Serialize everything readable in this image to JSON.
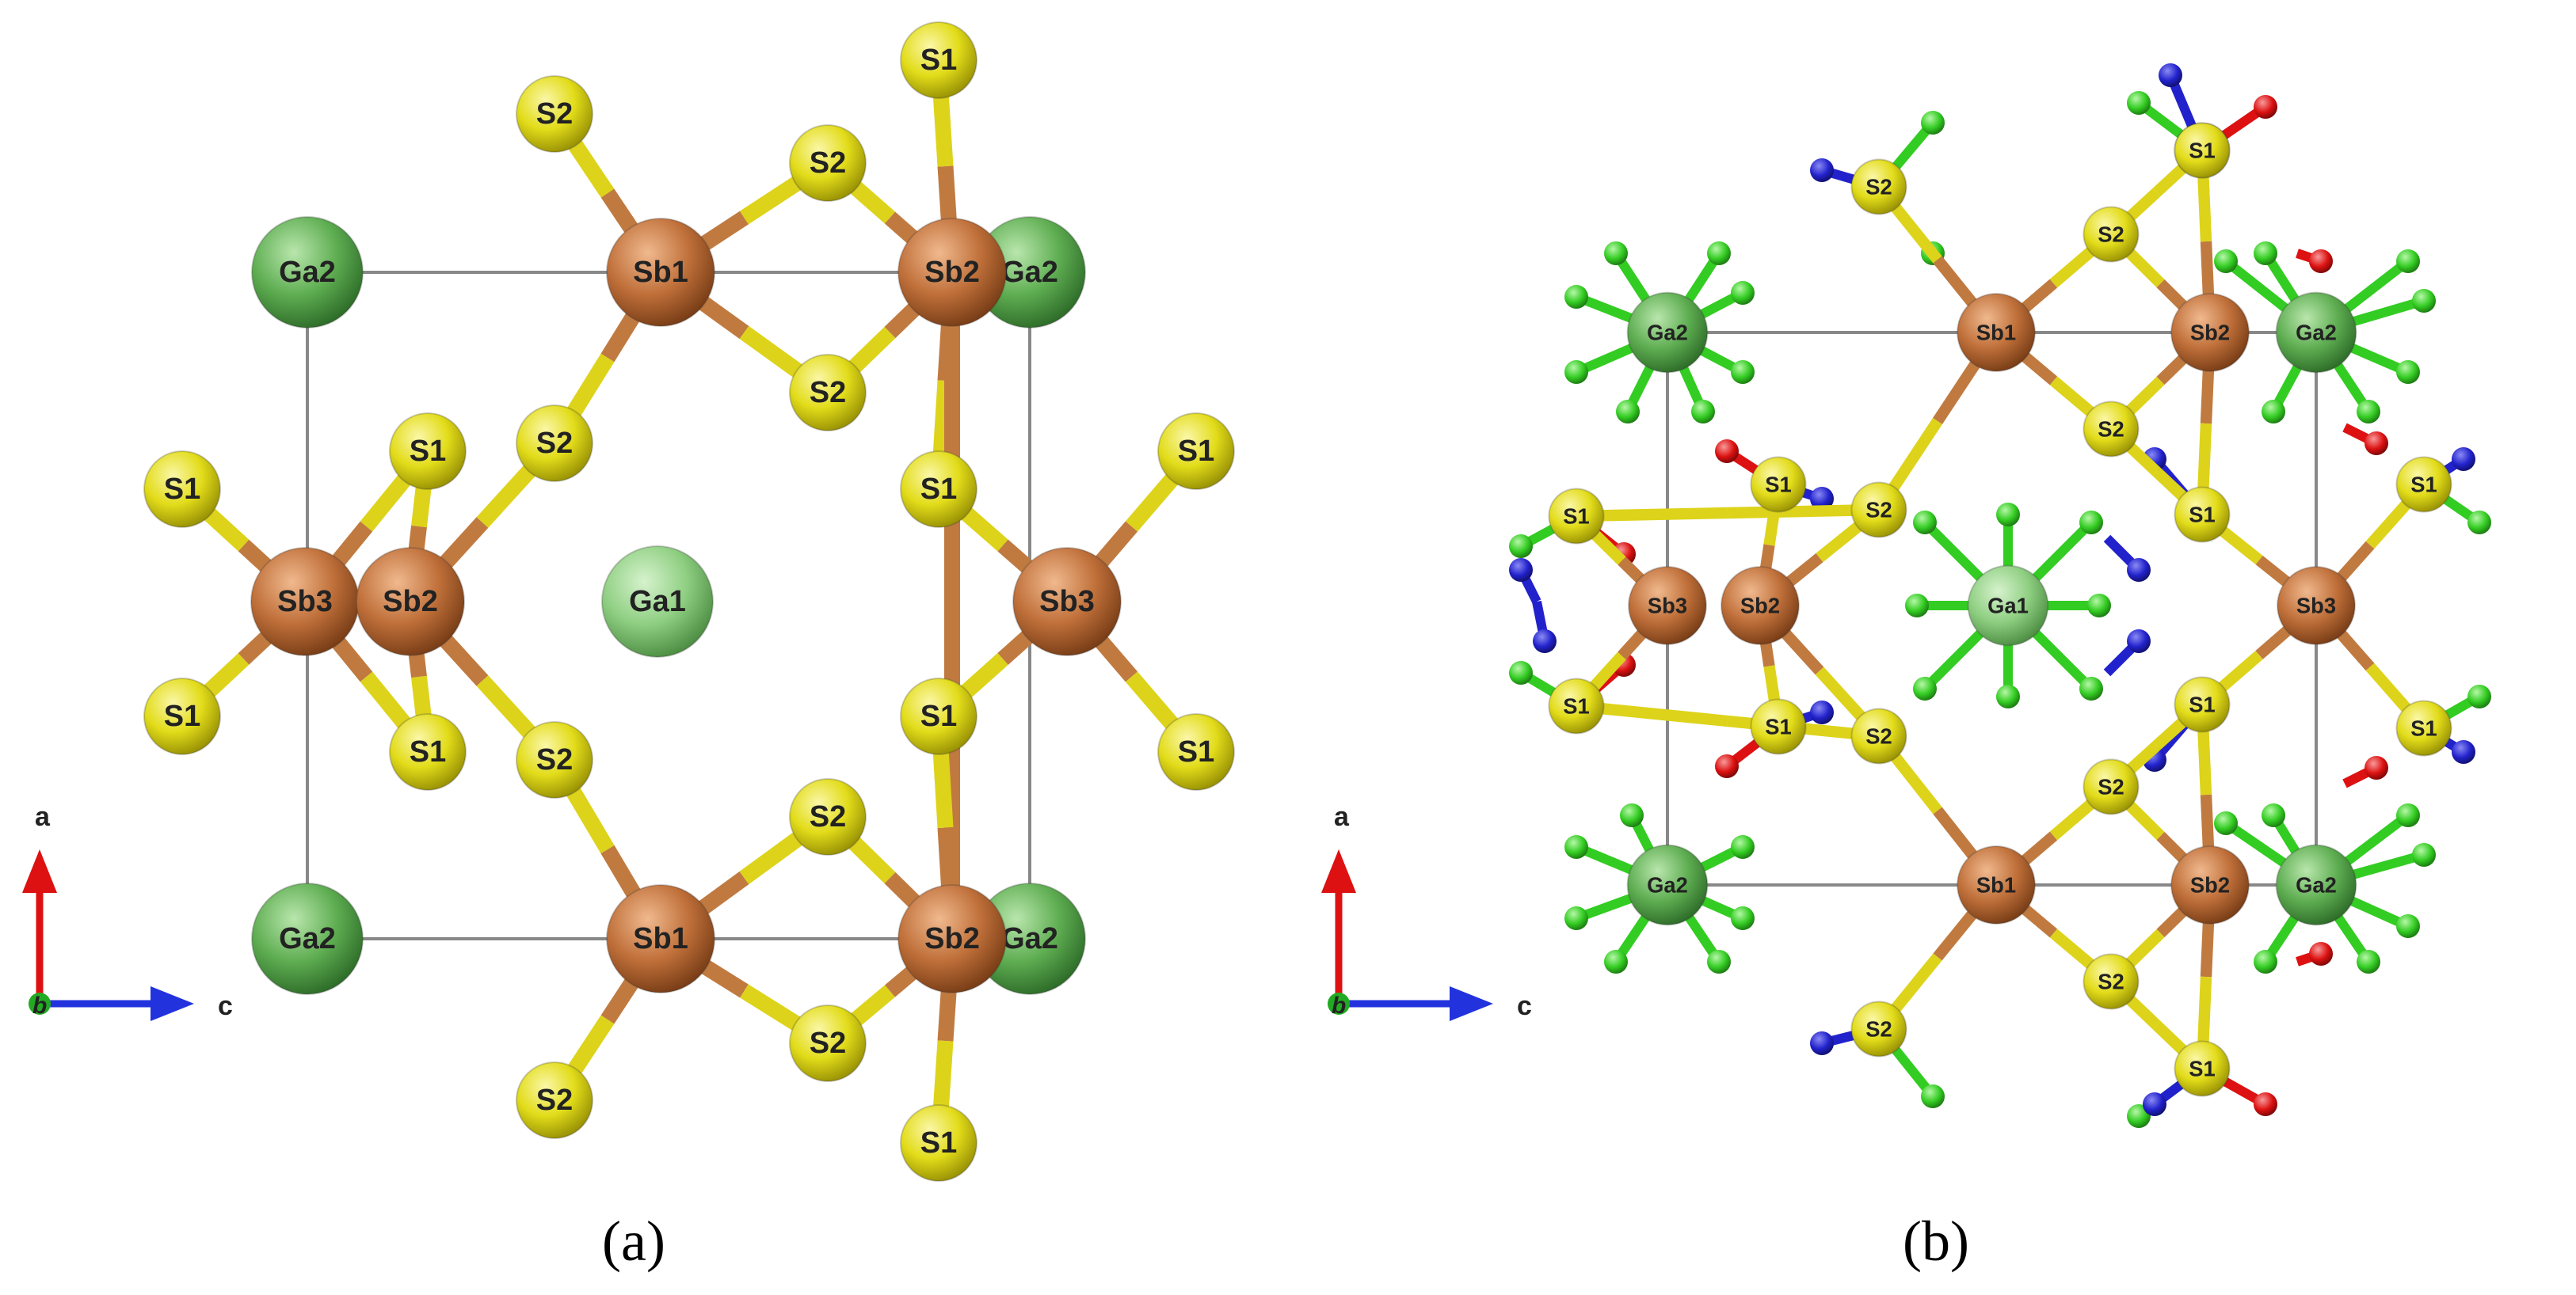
{
  "colors": {
    "ga_atom": "#5fae52",
    "sb_atom": "#c0703a",
    "s_atom": "#e2dc1a",
    "bond_s": "#ddd31a",
    "bond_sb": "#c07a40",
    "cell_edge": "#888888",
    "h_green": "#33cc22",
    "h_blue": "#2222cc",
    "h_red": "#dd1111",
    "axis_a": "#dd1111",
    "axis_c": "#2233dd",
    "axis_b": "#22aa22"
  },
  "panels": [
    {
      "caption": "(a)",
      "axes": {
        "a": "a",
        "b": "b",
        "c": "c"
      },
      "atoms": [
        {
          "el": "Ga",
          "label": "Ga2"
        },
        {
          "el": "Ga",
          "label": "Ga2"
        },
        {
          "el": "Ga",
          "label": "Ga2"
        },
        {
          "el": "Ga",
          "label": "Ga2"
        },
        {
          "el": "Ga1",
          "label": "Ga1"
        },
        {
          "el": "Sb",
          "label": "Sb1"
        },
        {
          "el": "Sb",
          "label": "Sb2"
        },
        {
          "el": "Sb",
          "label": "Sb1"
        },
        {
          "el": "Sb",
          "label": "Sb2"
        },
        {
          "el": "Sb",
          "label": "Sb3"
        },
        {
          "el": "Sb",
          "label": "Sb2"
        },
        {
          "el": "Sb",
          "label": "Sb3"
        },
        {
          "el": "S",
          "label": "S2"
        },
        {
          "el": "S",
          "label": "S1"
        },
        {
          "el": "S",
          "label": "S2"
        },
        {
          "el": "S",
          "label": "S2"
        },
        {
          "el": "S",
          "label": "S2"
        },
        {
          "el": "S",
          "label": "S1"
        },
        {
          "el": "S",
          "label": "S1"
        },
        {
          "el": "S",
          "label": "S1"
        },
        {
          "el": "S",
          "label": "S1"
        },
        {
          "el": "S",
          "label": "S1"
        },
        {
          "el": "S",
          "label": "S1"
        },
        {
          "el": "S",
          "label": "S2"
        },
        {
          "el": "S",
          "label": "S1"
        },
        {
          "el": "S",
          "label": "S1"
        },
        {
          "el": "S",
          "label": "S2"
        },
        {
          "el": "S",
          "label": "S2"
        },
        {
          "el": "S",
          "label": "S2"
        },
        {
          "el": "S",
          "label": "S1"
        }
      ]
    },
    {
      "caption": "(b)",
      "axes": {
        "a": "a",
        "b": "b",
        "c": "c"
      },
      "atoms": [
        {
          "el": "Ga",
          "label": "Ga2"
        },
        {
          "el": "Ga",
          "label": "Ga2"
        },
        {
          "el": "Ga",
          "label": "Ga2"
        },
        {
          "el": "Ga",
          "label": "Ga2"
        },
        {
          "el": "Ga1",
          "label": "Ga1"
        },
        {
          "el": "Sb",
          "label": "Sb1"
        },
        {
          "el": "Sb",
          "label": "Sb2"
        },
        {
          "el": "Sb",
          "label": "Sb1"
        },
        {
          "el": "Sb",
          "label": "Sb2"
        },
        {
          "el": "Sb",
          "label": "Sb3"
        },
        {
          "el": "Sb",
          "label": "Sb2"
        },
        {
          "el": "Sb",
          "label": "Sb3"
        },
        {
          "el": "S",
          "label": "S2"
        },
        {
          "el": "S",
          "label": "S1"
        },
        {
          "el": "S",
          "label": "S2"
        },
        {
          "el": "S",
          "label": "S2"
        },
        {
          "el": "S",
          "label": "S1"
        },
        {
          "el": "S",
          "label": "S1"
        },
        {
          "el": "S",
          "label": "S2"
        },
        {
          "el": "S",
          "label": "S1"
        },
        {
          "el": "S",
          "label": "S1"
        },
        {
          "el": "S",
          "label": "S1"
        },
        {
          "el": "S",
          "label": "S1"
        },
        {
          "el": "S",
          "label": "S2"
        },
        {
          "el": "S",
          "label": "S1"
        },
        {
          "el": "S",
          "label": "S1"
        },
        {
          "el": "S",
          "label": "S2"
        },
        {
          "el": "S",
          "label": "S2"
        },
        {
          "el": "S",
          "label": "S2"
        },
        {
          "el": "S",
          "label": "S1"
        },
        {
          "el": "S",
          "label": "S1"
        }
      ]
    }
  ]
}
